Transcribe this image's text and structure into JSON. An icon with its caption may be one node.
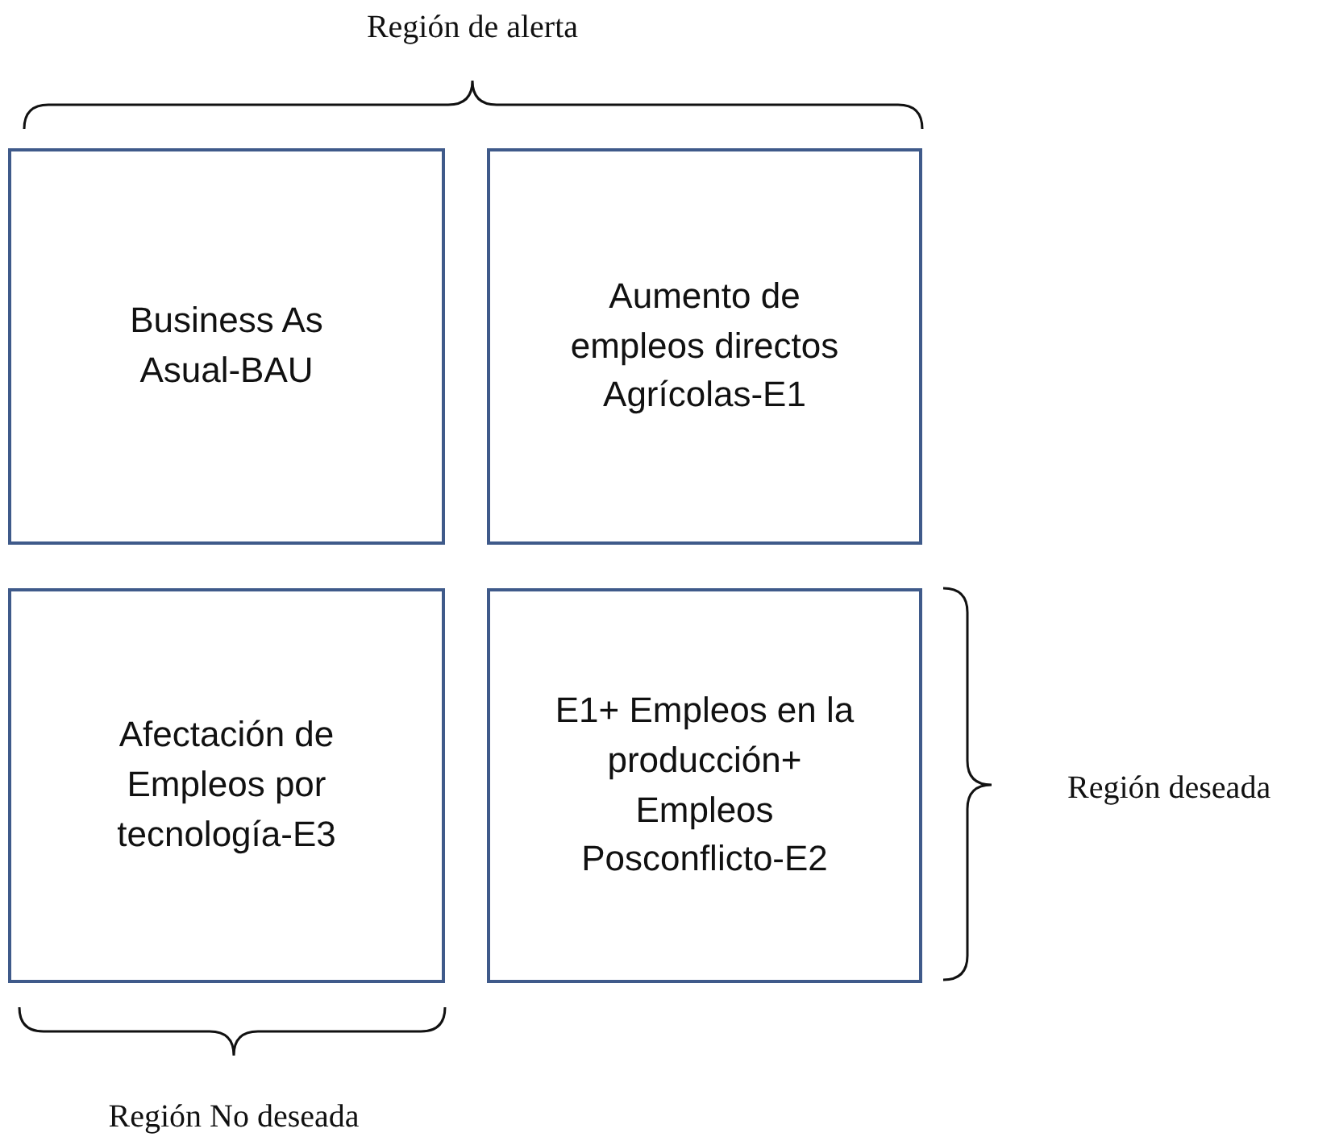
{
  "diagram": {
    "nodes": [
      {
        "text": [
          "Business As Asual-BAU"
        ]
      },
      {
        "text": [
          "Aumento de empleos directos Agrícolas-E1"
        ]
      },
      {
        "text": [
          "Afectación de Empleos por tecnología-E3"
        ]
      },
      {
        "text": [
          "E1+ Empleos en la producción+ Empleos Posconflicto-E2"
        ]
      }
    ],
    "labels": [
      "Región de alerta",
      "Región deseada",
      "Región No deseada"
    ]
  }
}
